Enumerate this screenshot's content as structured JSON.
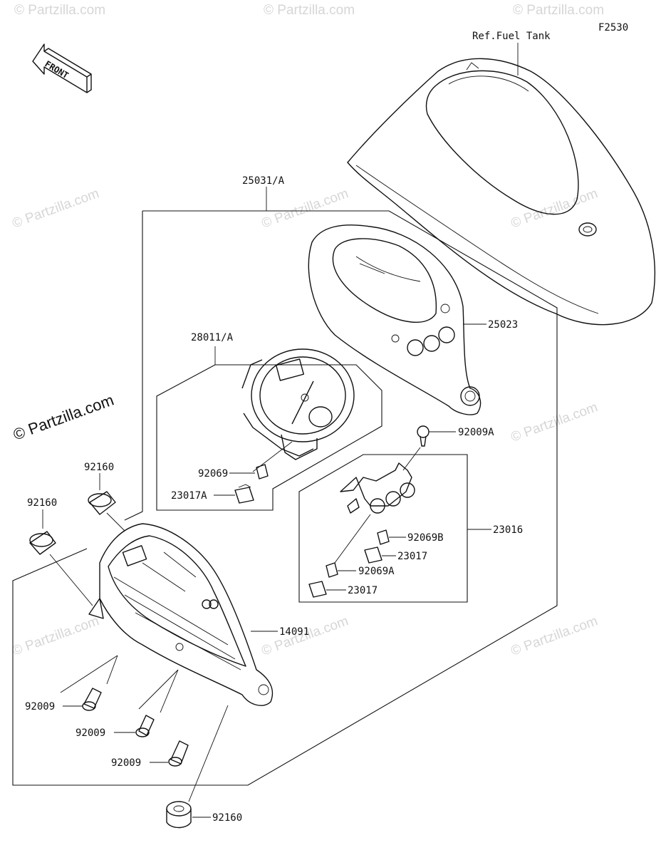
{
  "diagram": {
    "code": "F2530",
    "front_label": "FRONT",
    "watermark_main": "© Partzilla.com",
    "watermark_faint": "© Partzilla.com",
    "ref_label": "Ref.Fuel Tank",
    "labels": {
      "assembly": "25031/A",
      "case_cover": "25023",
      "meter_unit": "28011/A",
      "bulb_92069": "92069",
      "socket_23017A": "23017A",
      "screw_92009A": "92009A",
      "indicator_23016": "23016",
      "bulb_92069B": "92069B",
      "socket_23017_upper": "23017",
      "bulb_92069A": "92069A",
      "socket_23017_lower": "23017",
      "grommet_upper": "92160",
      "grommet_left": "92160",
      "lower_case_14091": "14091",
      "screw_1": "92009",
      "screw_2": "92009",
      "screw_3": "92009",
      "grommet_bottom": "92160"
    }
  }
}
